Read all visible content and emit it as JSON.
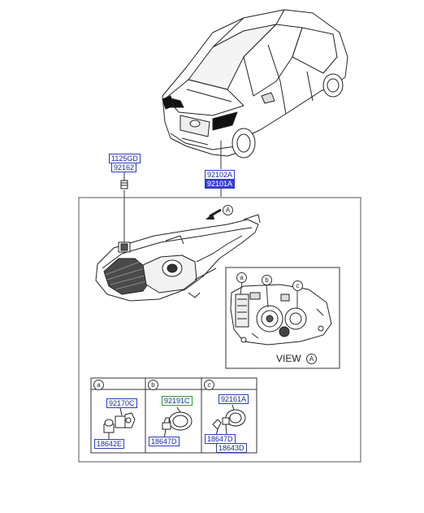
{
  "parts": {
    "p1125GD": "1125GD",
    "p92162": "92162",
    "p92102A": "92102A",
    "p92101A": "92101A",
    "p92170C": "92170C",
    "p18642E": "18642E",
    "p92191C": "92191C",
    "p18647D_b": "18647D",
    "p92161A": "92161A",
    "p18647D_c": "18647D",
    "p18643D": "18643D"
  },
  "callouts": {
    "a": "a",
    "b": "b",
    "c": "c",
    "A": "A"
  },
  "view_label": "VIEW",
  "colors": {
    "part_border": "#2b3fbf",
    "part_text": "#1c2a9a",
    "part_selected_bg": "#3a3fd6",
    "green_border": "#2f9a3a"
  }
}
